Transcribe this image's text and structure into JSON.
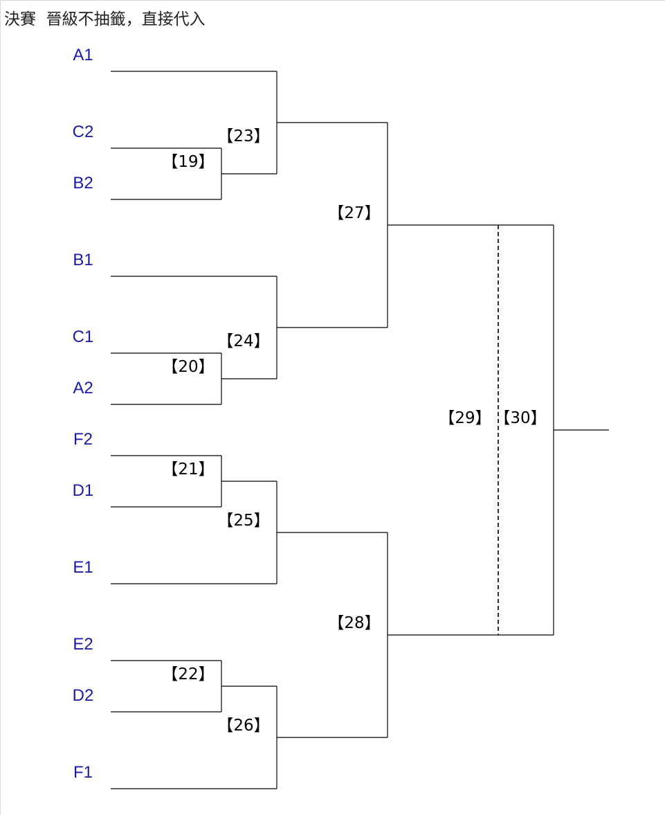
{
  "title": "決賽  晉級不抽籤，直接代入",
  "teams": [
    "A1",
    "C2",
    "B2",
    "B1",
    "C1",
    "A2",
    "F2",
    "D1",
    "E1",
    "E2",
    "D2",
    "F1"
  ],
  "matches": [
    {
      "id": "19",
      "label": "【19】"
    },
    {
      "id": "20",
      "label": "【20】"
    },
    {
      "id": "21",
      "label": "【21】"
    },
    {
      "id": "22",
      "label": "【22】"
    },
    {
      "id": "23",
      "label": "【23】"
    },
    {
      "id": "24",
      "label": "【24】"
    },
    {
      "id": "25",
      "label": "【25】"
    },
    {
      "id": "26",
      "label": "【26】"
    },
    {
      "id": "27",
      "label": "【27】"
    },
    {
      "id": "28",
      "label": "【28】"
    },
    {
      "id": "29",
      "label": "【29】"
    },
    {
      "id": "30",
      "label": "【30】"
    }
  ],
  "colors": {
    "team_text": "#1a1aa6",
    "lines": "#000000",
    "title_text": "#222222"
  }
}
